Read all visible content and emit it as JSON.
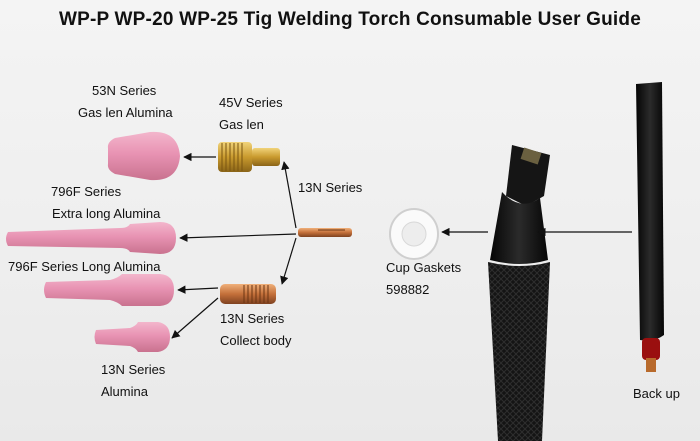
{
  "title": "WP-P  WP-20  WP-25 Tig  Welding Torch  Consumable User Guide",
  "labels": {
    "n53_line1": "53N Series",
    "n53_line2": "Gas len Alumina",
    "v45_line1": "45V Series",
    "v45_line2": "Gas len",
    "n13_series": "13N Series",
    "f796_line1": "796F  Series",
    "f796_line2": "Extra long Alumina",
    "f796_long": "796F Series Long Alumina",
    "cup_line1": "Cup Gaskets",
    "cup_line2": "598882",
    "collect_line1": "13N Series",
    "collect_line2": "Collect body",
    "alumina_line1": "13N Series",
    "alumina_line2": "Alumina",
    "back_up": "Back up"
  },
  "colors": {
    "alumina_pink": "#e58fb0",
    "brass": "#c99a2e",
    "copper": "#c4703a",
    "torch_black": "#1a1a1a",
    "gasket_white": "#f7f7f7"
  }
}
